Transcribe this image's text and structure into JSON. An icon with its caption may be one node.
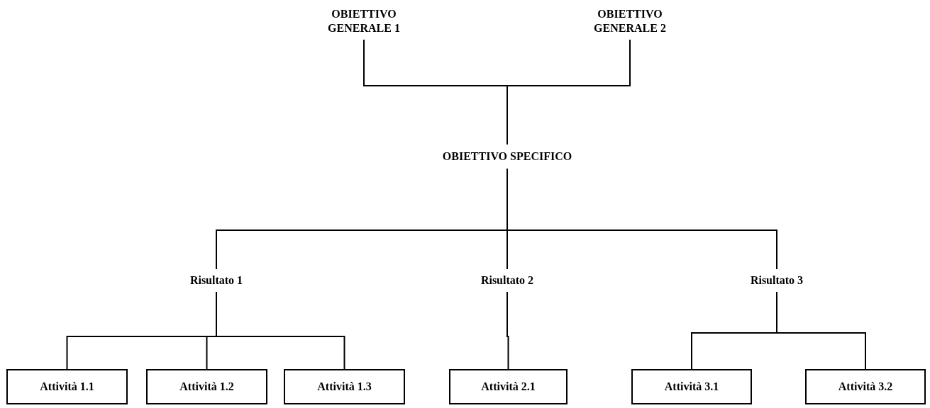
{
  "diagram": {
    "nodes": [
      {
        "text": [
          "OBIETTIVO GENERALE 1"
        ]
      },
      {
        "text": [
          "OBIETTIVO GENERALE 2"
        ]
      },
      {
        "text": [
          "OBIETTIVO SPECIFICO"
        ]
      },
      {
        "text": [
          "Risultato 1"
        ]
      },
      {
        "text": [
          "Risultato 2"
        ]
      },
      {
        "text": [
          "Risultato 3"
        ]
      },
      {
        "text": [
          "Attività 1.1"
        ]
      },
      {
        "text": [
          "Attività 1.2"
        ]
      },
      {
        "text": [
          "Attività 1.3"
        ]
      },
      {
        "text": [
          "Attività 2.1"
        ]
      },
      {
        "text": [
          "Attività 3.1"
        ]
      },
      {
        "text": [
          "Attività 3.2"
        ]
      }
    ],
    "edges": [
      {
        "from": 0,
        "to": 2,
        "arrow": "none"
      },
      {
        "from": 1,
        "to": 2,
        "arrow": "none"
      },
      {
        "from": 2,
        "to": 3,
        "arrow": "none"
      },
      {
        "from": 2,
        "to": 4,
        "arrow": "none"
      },
      {
        "from": 2,
        "to": 5,
        "arrow": "none"
      },
      {
        "from": 3,
        "to": 6,
        "arrow": "none"
      },
      {
        "from": 3,
        "to": 7,
        "arrow": "none"
      },
      {
        "from": 3,
        "to": 8,
        "arrow": "none"
      },
      {
        "from": 4,
        "to": 9,
        "arrow": "none"
      },
      {
        "from": 5,
        "to": 10,
        "arrow": "none"
      },
      {
        "from": 5,
        "to": 11,
        "arrow": "none"
      }
    ]
  }
}
